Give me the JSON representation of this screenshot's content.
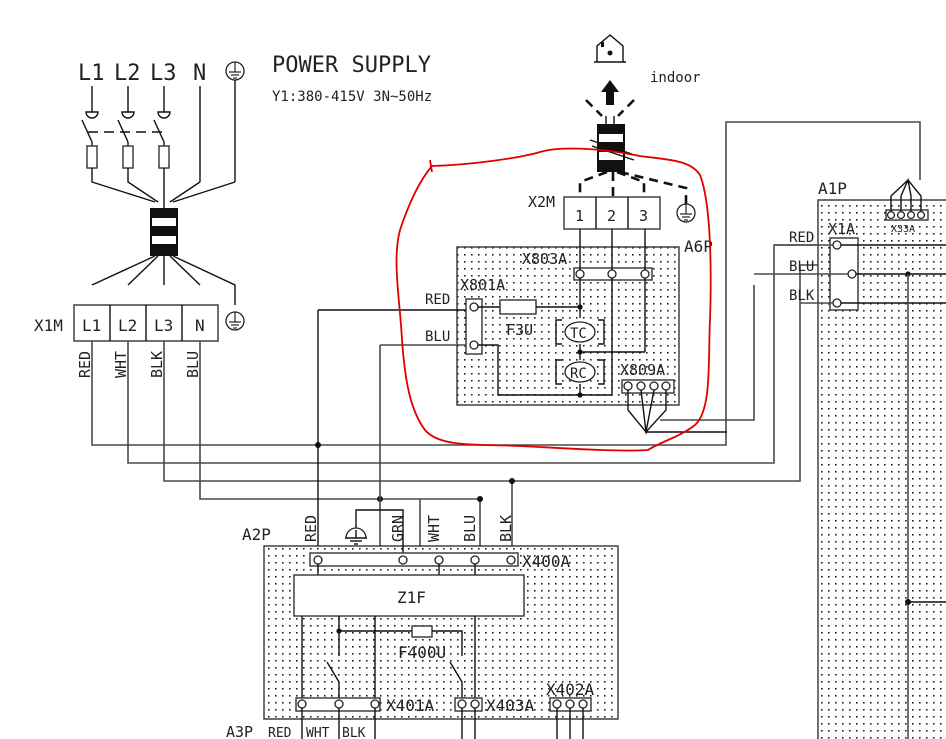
{
  "power_supply": {
    "title": "POWER SUPPLY",
    "spec": "Y1:380-415V 3N~50Hz",
    "phases": [
      "L1",
      "L2",
      "L3",
      "N"
    ]
  },
  "indoor": {
    "label": "indoor"
  },
  "x1m": {
    "label": "X1M",
    "terminals": [
      "L1",
      "L2",
      "L3",
      "N"
    ],
    "wire_colors": [
      "RED",
      "WHT",
      "BLK",
      "BLU"
    ]
  },
  "x2m": {
    "label": "X2M",
    "terminals": [
      "1",
      "2",
      "3"
    ]
  },
  "a6p": {
    "label": "A6P",
    "x803a": "X803A",
    "x801a": "X801A",
    "f3u": "F3U",
    "tc": "TC",
    "rc": "RC",
    "x809a": "X809A",
    "wire_red": "RED",
    "wire_blu": "BLU"
  },
  "a1p": {
    "label": "A1P",
    "x1a": "X1A",
    "x33a": "X33A",
    "wires": [
      "RED",
      "BLU",
      "BLK"
    ]
  },
  "a2p": {
    "label": "A2P",
    "wires": [
      "RED",
      "GRN",
      "WHT",
      "BLU",
      "BLK"
    ],
    "x400a": "X400A",
    "z1f": "Z1F",
    "f400u": "F400U",
    "x401a": "X401A",
    "x403a": "X403A",
    "x402a": "X402A"
  },
  "a3p": {
    "label": "A3P",
    "wires": [
      "RED",
      "WHT",
      "BLK"
    ]
  },
  "annotation": {
    "color": "#e00000"
  }
}
